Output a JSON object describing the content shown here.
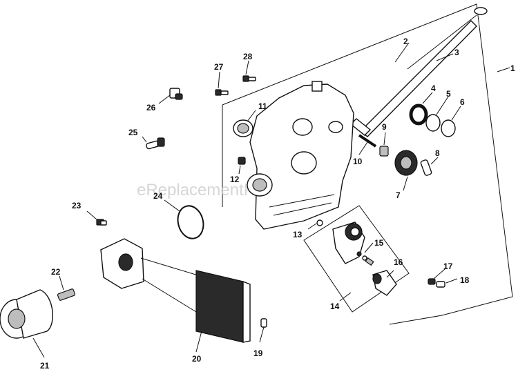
{
  "watermark": "eReplacementParts.com",
  "callouts": [
    {
      "id": "c1",
      "label": "1"
    },
    {
      "id": "c2",
      "label": "2"
    },
    {
      "id": "c3",
      "label": "3"
    },
    {
      "id": "c4",
      "label": "4"
    },
    {
      "id": "c5",
      "label": "5"
    },
    {
      "id": "c6",
      "label": "6"
    },
    {
      "id": "c7",
      "label": "7"
    },
    {
      "id": "c8",
      "label": "8"
    },
    {
      "id": "c9",
      "label": "9"
    },
    {
      "id": "c10",
      "label": "10"
    },
    {
      "id": "c11",
      "label": "11"
    },
    {
      "id": "c12",
      "label": "12"
    },
    {
      "id": "c13",
      "label": "13"
    },
    {
      "id": "c14",
      "label": "14"
    },
    {
      "id": "c15",
      "label": "15"
    },
    {
      "id": "c16",
      "label": "16"
    },
    {
      "id": "c17",
      "label": "17"
    },
    {
      "id": "c18",
      "label": "18"
    },
    {
      "id": "c19",
      "label": "19"
    },
    {
      "id": "c20",
      "label": "20"
    },
    {
      "id": "c21",
      "label": "21"
    },
    {
      "id": "c22",
      "label": "22"
    },
    {
      "id": "c23",
      "label": "23"
    },
    {
      "id": "c24",
      "label": "24"
    },
    {
      "id": "c25",
      "label": "25"
    },
    {
      "id": "c26",
      "label": "26"
    },
    {
      "id": "c27",
      "label": "27"
    },
    {
      "id": "c28",
      "label": "28"
    }
  ]
}
